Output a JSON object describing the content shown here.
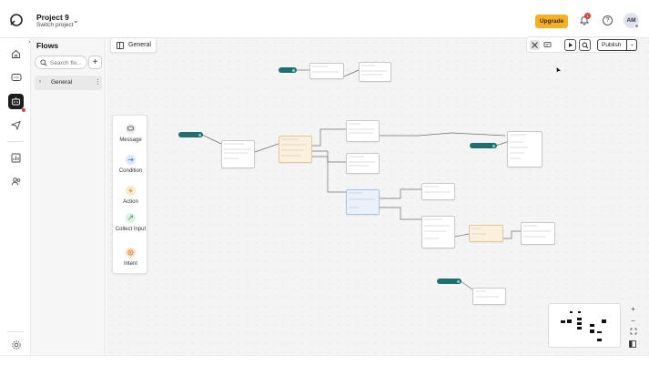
{
  "header": {
    "project_name": "Project 9",
    "switch_label": "Switch project",
    "upgrade_label": "Upgrade",
    "notification_count": "1",
    "help_label": "?",
    "avatar_initials": "AM"
  },
  "sidebar": {
    "items": [
      {
        "name": "home-icon"
      },
      {
        "name": "chat-icon"
      },
      {
        "name": "bot-icon",
        "active": true
      },
      {
        "name": "send-icon"
      },
      {
        "name": "analytics-icon"
      },
      {
        "name": "users-icon"
      },
      {
        "name": "settings-icon"
      }
    ]
  },
  "flows_panel": {
    "title": "Flows",
    "search_placeholder": "Search flo...",
    "add_label": "+",
    "items": [
      {
        "label": "General"
      }
    ]
  },
  "canvas": {
    "tab_label": "General",
    "toolbar": {
      "publish_label": "Publish"
    },
    "palette": [
      {
        "label": "Message",
        "icon": "message-icon",
        "color": "#777777"
      },
      {
        "label": "Condition",
        "icon": "condition-icon",
        "color": "#3b6fd6"
      },
      {
        "label": "Action",
        "icon": "bolt-icon",
        "color": "#e08a1e"
      },
      {
        "label": "Collect Input",
        "icon": "collect-icon",
        "color": "#3aa36a"
      },
      {
        "label": "Intent",
        "icon": "intent-icon",
        "color": "#d4761a"
      }
    ],
    "zoom_in": "+",
    "zoom_out": "−"
  },
  "colors": {
    "accent_upgrade": "#f7b026",
    "trigger_teal": "#1f6f6f",
    "condition_fill": "#fbf0dc",
    "collect_fill": "#eaf1fb"
  }
}
